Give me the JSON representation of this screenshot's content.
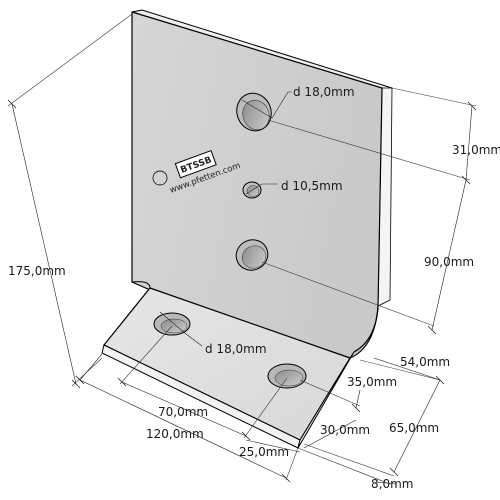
{
  "diagram": {
    "brand_logo": "BTSSB",
    "brand_url": "www.pfetten.com",
    "copyright_symbol": "©",
    "annotations": {
      "hole_top": "d 18,0mm",
      "hole_small": "d 10,5mm",
      "hole_base_left": "d 18,0mm"
    },
    "dimensions": {
      "height": "175,0mm",
      "dist_top": "31,0mm",
      "dist_mid": "90,0mm",
      "dist_base_vert": "54,0mm",
      "dist_35": "35,0mm",
      "base_depth": "65,0mm",
      "dist_30": "30,0mm",
      "thickness": "8,0mm",
      "hole_spacing": "70,0mm",
      "width": "120,0mm",
      "dist_25": "25,0mm"
    }
  }
}
